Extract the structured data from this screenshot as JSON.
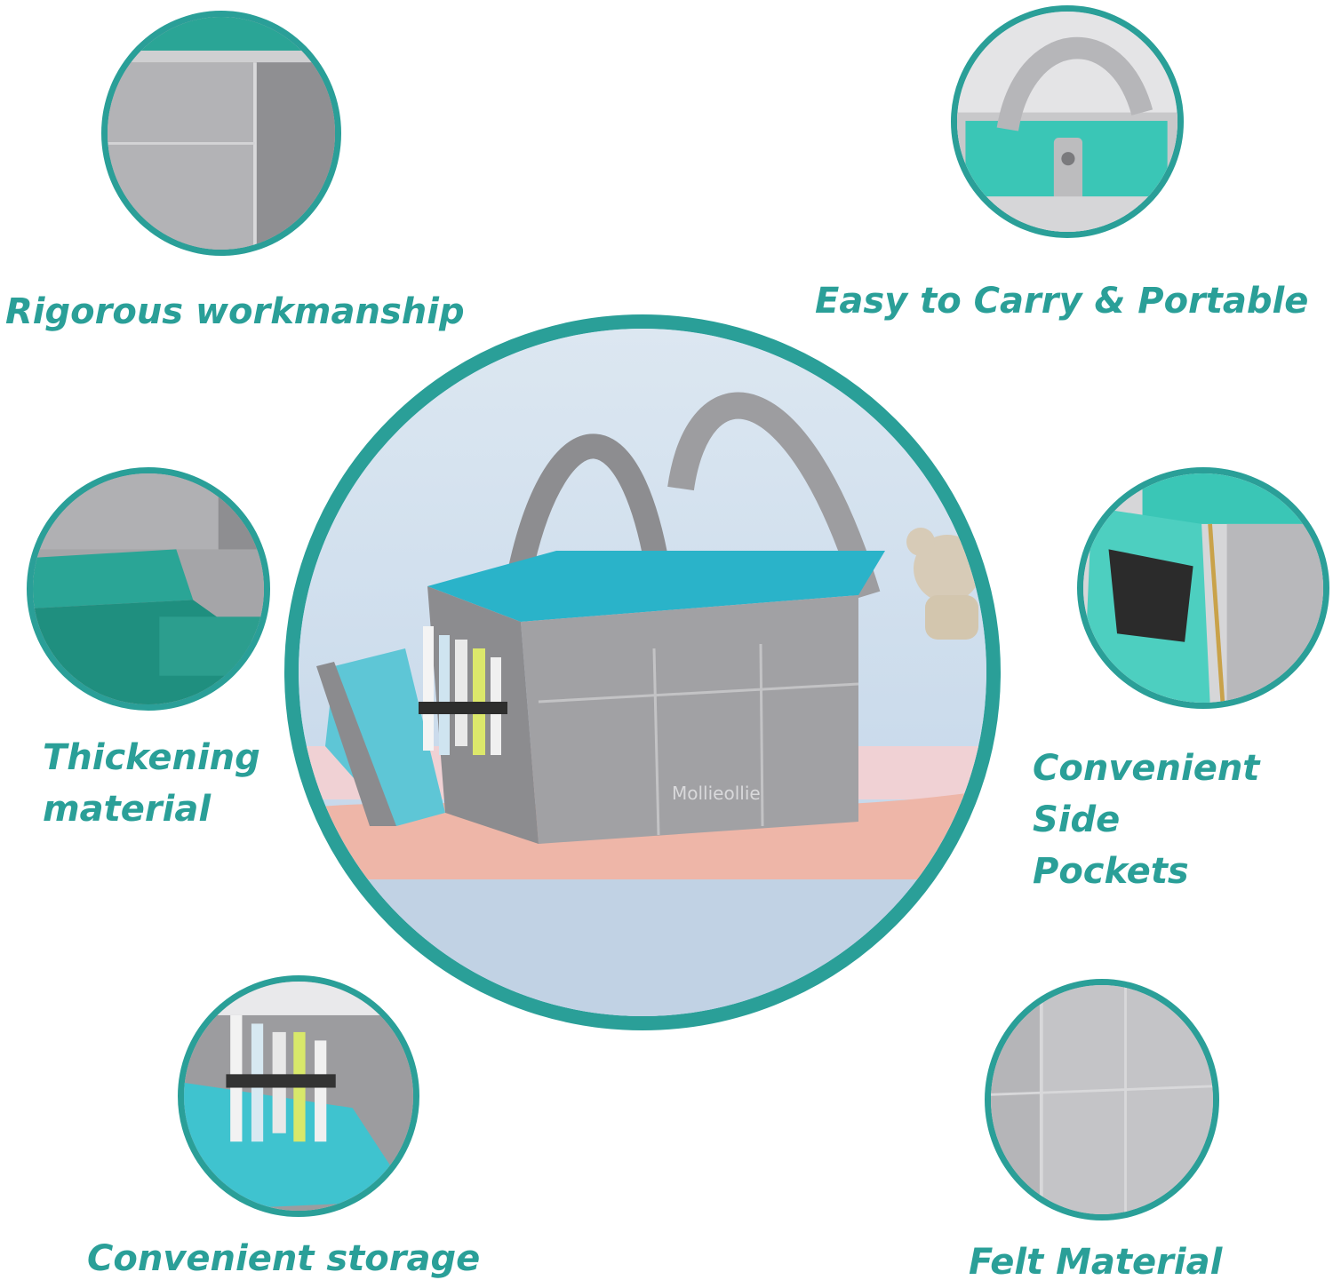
{
  "colors": {
    "accent": "#2a9f98",
    "felt": "#9a9a9d",
    "lining": "#3fc3cf"
  },
  "features": {
    "rigorous": "Rigorous workmanship",
    "carry": "Easy to Carry & Portable",
    "thickening": "Thickening\nmaterial",
    "side_pockets": "Convenient Side\nPockets",
    "storage": "Convenient storage",
    "felt": "Felt Material"
  },
  "product": {
    "brand_label": "Mollieollie"
  }
}
